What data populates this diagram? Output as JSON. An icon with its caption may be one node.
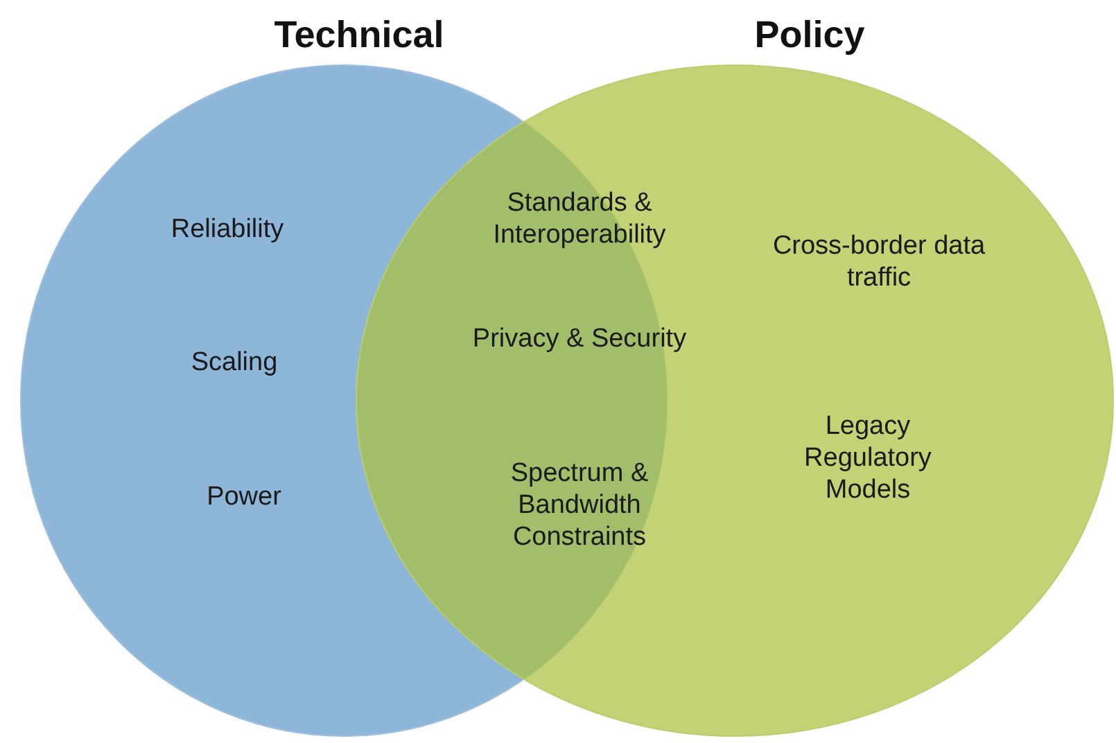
{
  "diagram": {
    "nodes": [
      {
        "text": [
          "Technical",
          "Reliability",
          "Scaling",
          "Power"
        ]
      },
      {
        "text": [
          "Policy",
          "Cross-border data traffic",
          "Legacy Regulatory Models"
        ]
      }
    ],
    "labels": [
      "Standards & Interoperability",
      "Privacy & Security",
      "Spectrum & Bandwidth Constraints"
    ]
  }
}
